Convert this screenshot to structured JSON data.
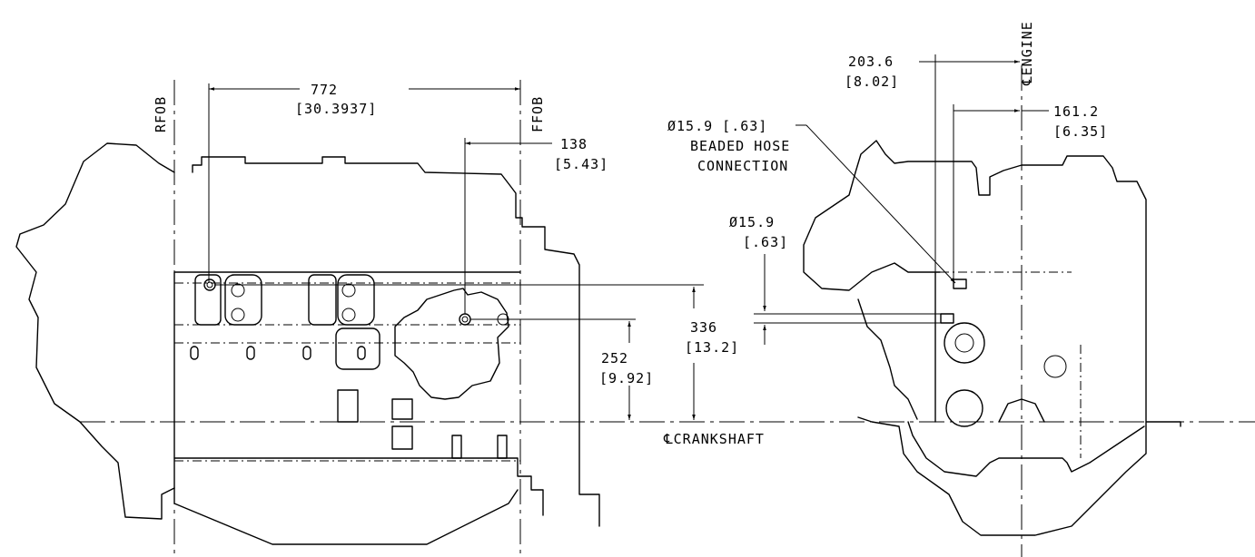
{
  "labels": {
    "rfob": "RFOB",
    "ffob": "FFOB",
    "engine_cl": "℄ENGINE",
    "crankshaft_cl": "℄CRANKSHAFT"
  },
  "dimensions": {
    "d772": "772",
    "d772_in": "[30.3937]",
    "d138": "138",
    "d138_in": "[5.43]",
    "d336": "336",
    "d336_in": "[13.2]",
    "d252": "252",
    "d252_in": "[9.92]",
    "d203": "203.6",
    "d203_in": "[8.02]",
    "d161": "161.2",
    "d161_in": "[6.35]",
    "hose_dia": "Ø15.9 [.63]",
    "hose_l1": "BEADED HOSE",
    "hose_l2": "CONNECTION",
    "dia2": "Ø15.9",
    "dia2_in": "[.63]"
  }
}
